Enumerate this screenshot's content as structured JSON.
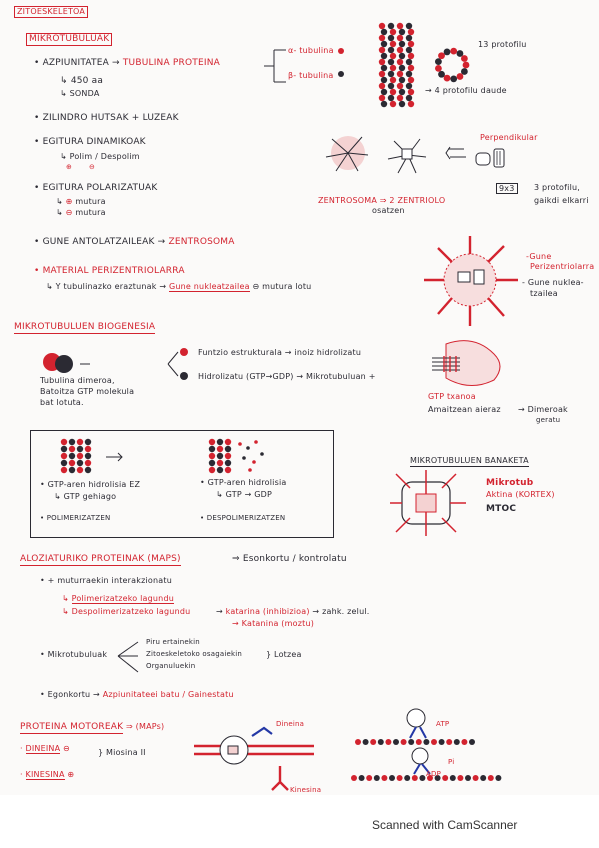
{
  "footer": "Scanned with CamScanner",
  "title": "ZITOESKELETOA",
  "s1": {
    "heading": "MIKROTUBULUAK",
    "b1": "AZPIUNITATEA",
    "b1_val": "TUBULINA PROTEINA",
    "alpha": "α- tubulina",
    "beta": "β- tubulina",
    "len": "450 aa",
    "sonda": "SONDA",
    "protofil13": "13 protofilu",
    "protofil4": "4 protofilu daude",
    "b2": "ZILINDRO HUTSAK + LUZEAK",
    "b3": "EGITURA DINAMIKOAK",
    "b3_sub": "Polim / Despolim",
    "b4": "EGITURA POLARIZATUAK",
    "b4_s1": "mutura",
    "b4_s2": "mutura",
    "perp": "Perpendikular",
    "ninexthree": "9x3",
    "protofil3": "3 protofilu,",
    "elkarri": "gaikdi elkarri",
    "zentro1": "ZENTROSOMA",
    "zentro2": "2 zentriolo",
    "zentro3": "osatzen",
    "b5": "GUNE ANTOLATZAILEAK",
    "b5_val": "Zentrosoma",
    "gune1": "Gune",
    "gune2": "Perizentriolarra",
    "gune3": "Gune nuklea-",
    "gune4": "tzailea",
    "b6": "MATERIAL PERIZENTRIOLARRA",
    "b6_sub": "Y tubulinazko eraztunak",
    "b6_val": "Gune nukleatzailea",
    "b6_end": "mutura lotu"
  },
  "s2": {
    "heading": "MIKROTUBULUEN BIOGENESIA",
    "dimer1": "Tubulina dimeroa,",
    "dimer2": "Batoitza GTP molekula",
    "dimer3": "bat lotuta.",
    "r1": "Funtzio estrukturala → inoiz hidrolizatu",
    "r2": "Hidrolizatu (GTP→GDP) → Mikrotubuluan +",
    "gtp_cap": "GTP txanoa",
    "amaitu1": "Amaitzean aieraz",
    "amaitu2": "→ Dimeroak",
    "amaitu3": "geratu",
    "boxl1": "GTP-aren hidrolisia EZ",
    "boxl2": "GTP gehiago",
    "boxl3": "POLIMERIZATZEN",
    "boxr1": "GTP-aren hidrolisia",
    "boxr2": "GTP → GDP",
    "boxr3": "DESPOLIMERIZATZEN"
  },
  "s3": {
    "heading": "MIKROTUBULUEN BANAKETA",
    "l1": "Mikrotub",
    "l2": "Aktina (KORTEX)",
    "l3": "MTOC"
  },
  "s4": {
    "heading": "ALOZIATURIKO PROTEINAK (MAPs)",
    "heading_val": "Esonkortu / kontrolatu",
    "b1": "+ muturraekin interakzionatu",
    "b1_s1": "Polimerizatzeko lagundu",
    "b1_s2": "Despolimerizatzeko lagundu",
    "katanina1": "katarina (inhibizioa)",
    "katanina2": "zahk. zelul.",
    "katanina3": "Katanina (moztu)",
    "b2": "Mikrotubuluak",
    "b2_s1": "Piru ertainekin",
    "b2_s2": "Zitoeskeletoko osagaiekin",
    "b2_s3": "Organuluekin",
    "b2_val": "Lotzea",
    "b3": "Egonkortu",
    "b3_val": "Azpiunitateei batu / Gainestatu"
  },
  "s5": {
    "heading": "PROTEINA MOTOREAK",
    "heading_val": "(MAPs)",
    "dineina": "DINEINA",
    "kinesina": "KINESINA",
    "miosina": "Miosina II",
    "lbl_dineina": "Dineina",
    "lbl_kinesina": "Kinesina",
    "lbl_atp": "ATP",
    "lbl_pi": "Pi",
    "lbl_adp": "ADP"
  },
  "colors": {
    "ink": "#2b2a33",
    "accent": "#d3232f",
    "highlight": "#f2c9c9",
    "paper": "#fbfaf9"
  }
}
